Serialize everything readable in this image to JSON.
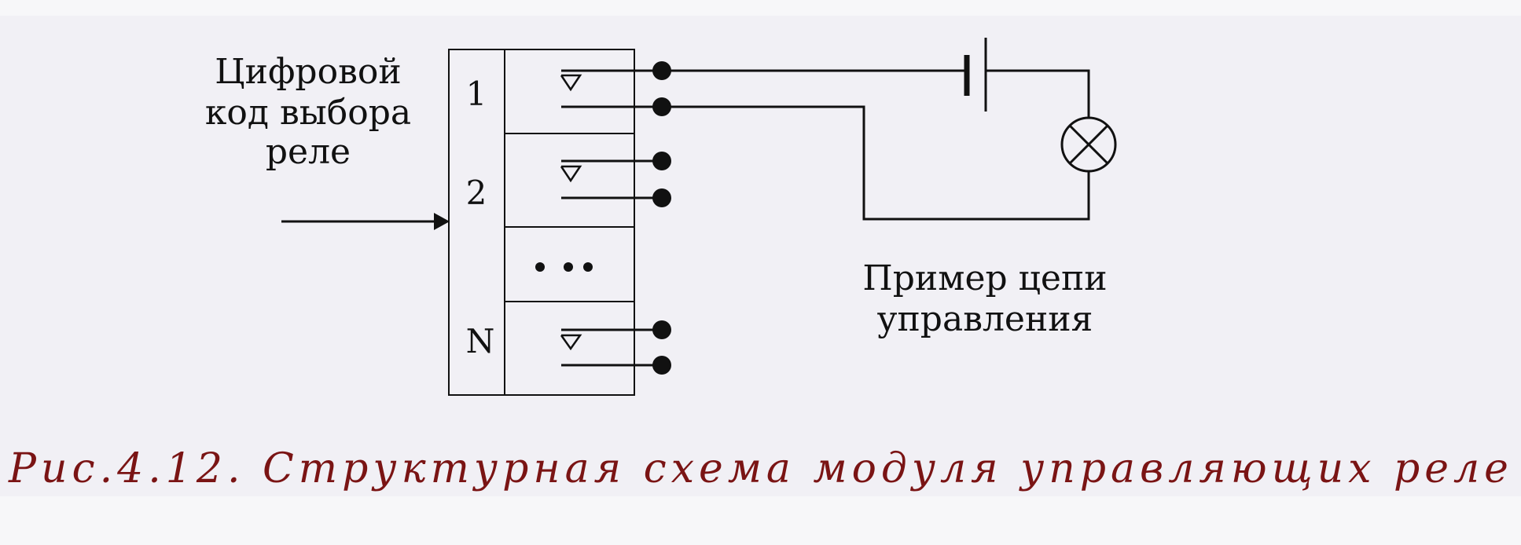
{
  "input_label": [
    "Цифровой",
    "код выбора",
    "реле"
  ],
  "relays": [
    {
      "label": "1"
    },
    {
      "label": "2"
    },
    {
      "label": "..."
    },
    {
      "label": "N"
    }
  ],
  "example_label": [
    "Пример цепи",
    "управления"
  ],
  "caption": "Рис.4.12. Структурная схема модуля управляющих реле",
  "colors": {
    "background": "#f1f0f5",
    "line": "#111111",
    "caption": "#7a1414"
  }
}
